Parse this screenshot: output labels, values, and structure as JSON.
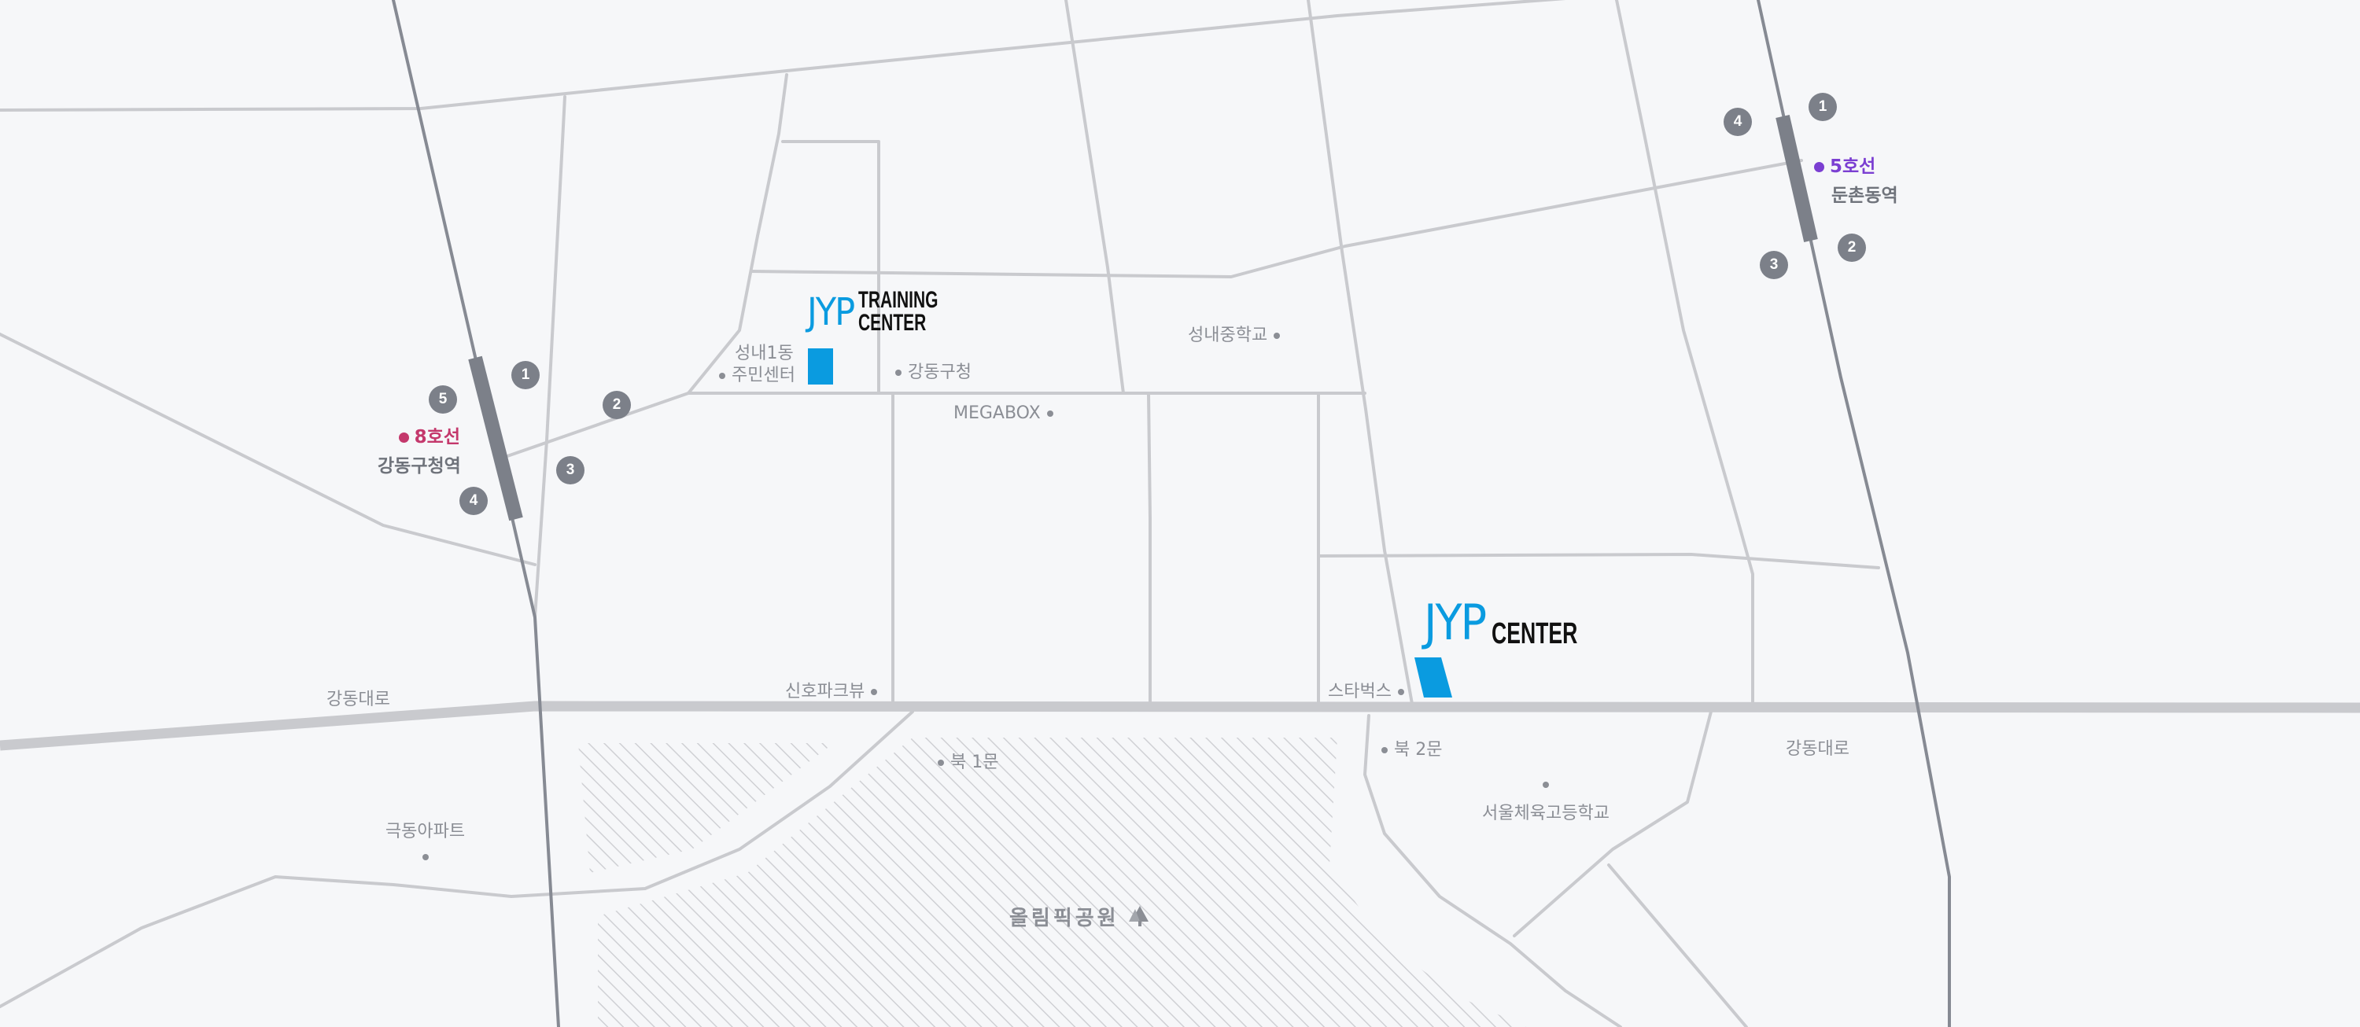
{
  "landmarks": {
    "jyp_training": {
      "logo": "JYP",
      "line1": "TRAINING",
      "line2": "CENTER"
    },
    "jyp_center": {
      "logo": "JYP",
      "line1": "CENTER"
    }
  },
  "stations": {
    "gangdong_gucheong": {
      "line": "8호선",
      "name": "강동구청역",
      "color": "#c4386c",
      "exits": [
        "1",
        "2",
        "3",
        "4",
        "5"
      ]
    },
    "dunchon_dong": {
      "line": "5호선",
      "name": "둔촌동역",
      "color": "#7b3fd2",
      "exits": [
        "1",
        "2",
        "3",
        "4"
      ]
    }
  },
  "pois": {
    "community_center_line1": "성내1동",
    "community_center_line2": "주민센터",
    "gangdong_office": "강동구청",
    "seongnae_middle": "성내중학교",
    "megabox": "MEGABOX",
    "sinho_park": "신호파크뷰",
    "starbucks": "스타벅스",
    "north_gate_1": "북 1문",
    "north_gate_2": "북 2문",
    "seoul_sports_high": "서울체육고등학교",
    "geukdong_apt": "극동아파트"
  },
  "roads": {
    "gangdong_daero_west": "강동대로",
    "gangdong_daero_east": "강동대로"
  },
  "park": {
    "name": "올림픽공원",
    "icon": "tree-icon"
  },
  "colors": {
    "jyp_blue": "#0a9be0",
    "road": "#c9cace",
    "subway_track": "#868a93",
    "background": "#f6f7f9"
  }
}
